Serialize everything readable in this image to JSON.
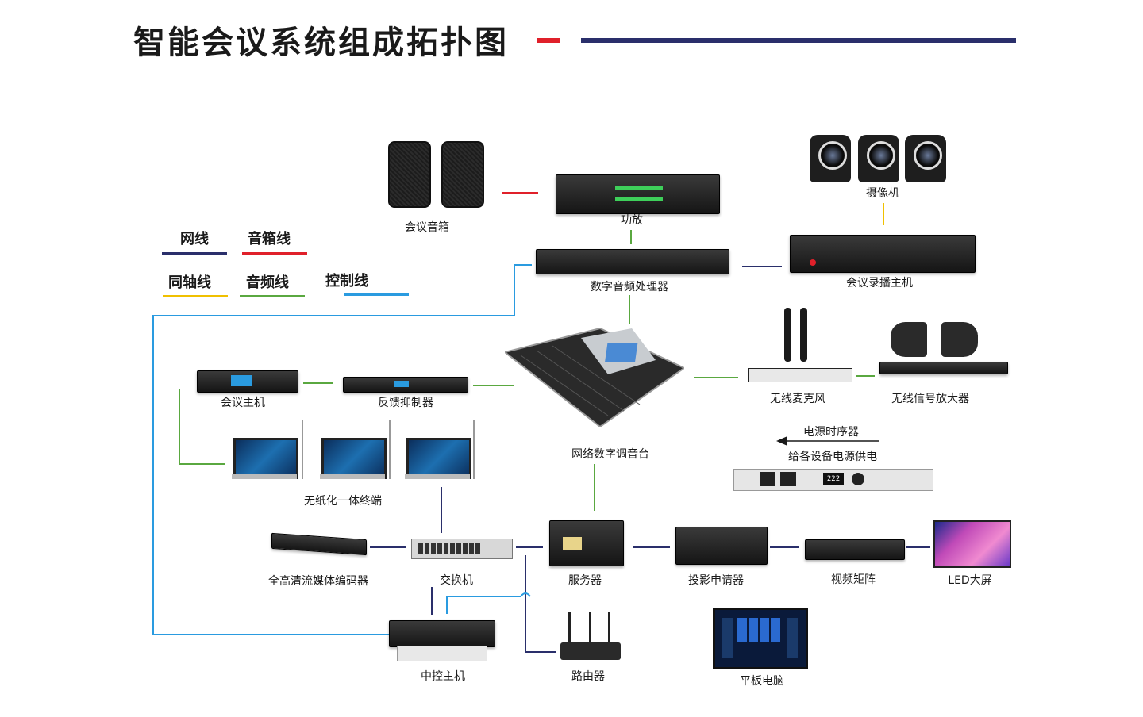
{
  "title": "智能会议系统组成拓扑图",
  "legend": {
    "network": "网线",
    "speaker": "音箱线",
    "coax": "同轴线",
    "audio": "音频线",
    "control": "控制线"
  },
  "colors": {
    "network": "#2a2f6b",
    "speaker": "#e0202a",
    "coax": "#f0c000",
    "audio": "#5aa840",
    "control": "#2a9be0"
  },
  "devices": {
    "speakers": "会议音箱",
    "amplifier": "功放",
    "cameras": "摄像机",
    "dsp": "数字音频处理器",
    "recorder": "会议录播主机",
    "mixer": "网络数字调音台",
    "conference_host": "会议主机",
    "feedback": "反馈抑制器",
    "wireless_mic": "无线麦克风",
    "wireless_amp": "无线信号放大器",
    "terminals": "无纸化一体终端",
    "power_seq": "电源时序器",
    "power_note": "给各设备电源供电",
    "encoder": "全高清流媒体编码器",
    "switch": "交换机",
    "server": "服务器",
    "projector": "投影申请器",
    "matrix": "视频矩阵",
    "led": "LED大屏",
    "controller": "中控主机",
    "router": "路由器",
    "tablet": "平板电脑"
  },
  "power_display": "222"
}
